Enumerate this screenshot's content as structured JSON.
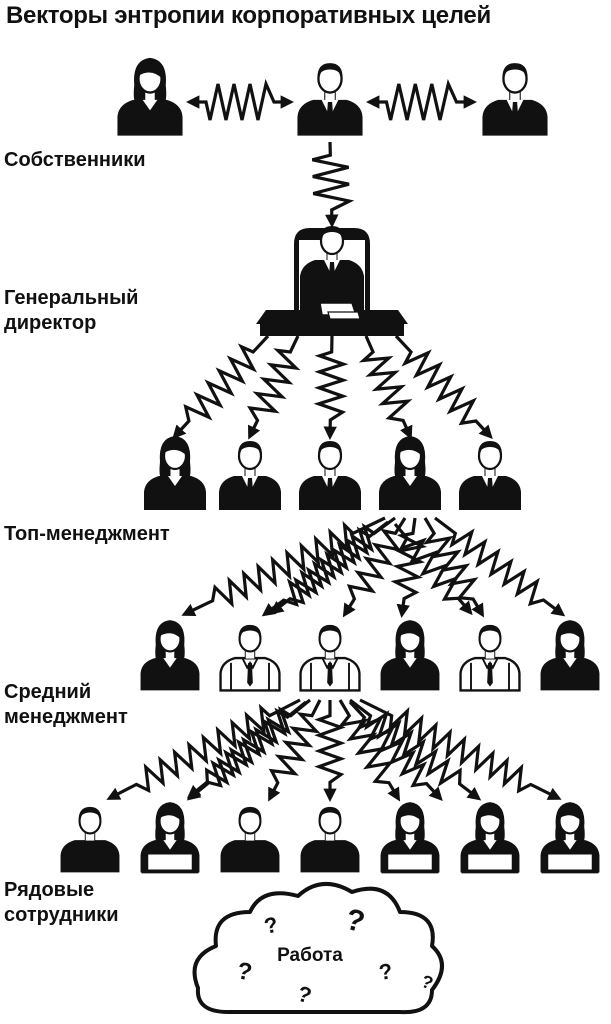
{
  "title": "Векторы энтропии корпоративных целей",
  "tiers": {
    "owners": "Собственники",
    "ceo_line1": "Генеральный",
    "ceo_line2": "директор",
    "top": "Топ-менеджмент",
    "middle_line1": "Средний",
    "middle_line2": "менеджмент",
    "staff_line1": "Рядовые",
    "staff_line2": "сотрудники"
  },
  "work_cloud": {
    "label": "Работа",
    "question_mark": "?"
  },
  "colors": {
    "ink": "#111111",
    "paper": "#ffffff"
  },
  "people": {
    "owners": [
      "female-suit",
      "male-suit",
      "male-suit"
    ],
    "ceo": [
      "male-at-desk"
    ],
    "top": [
      "female-suit",
      "male-suit",
      "male-suit",
      "female-suit",
      "male-suit"
    ],
    "middle": [
      "female-suit",
      "male-shirt-outline",
      "male-shirt-outline",
      "female-suit",
      "male-shirt-outline",
      "female-suit"
    ],
    "staff": [
      "male-plain",
      "female-laptop",
      "male-plain",
      "male-plain",
      "female-laptop",
      "female-laptop",
      "female-laptop"
    ]
  }
}
